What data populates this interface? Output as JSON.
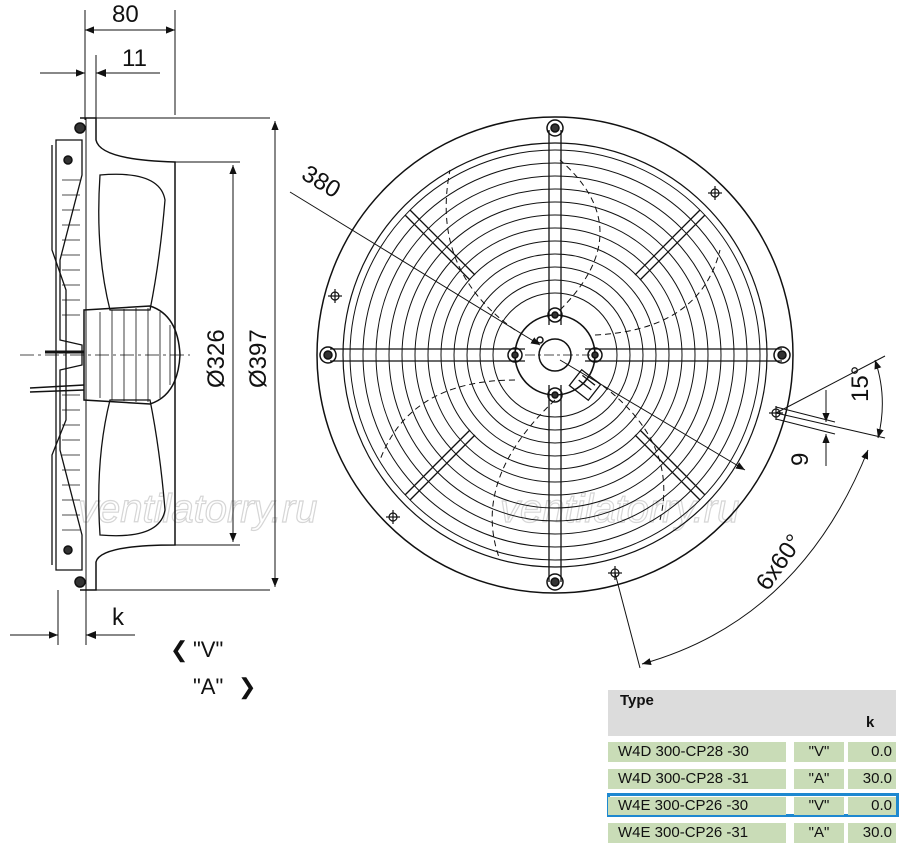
{
  "dimensions": {
    "overall_depth": "80",
    "flange": "11",
    "inner_diameter": "Ø326",
    "outer_diameter": "Ø397",
    "bolt_circle": "380",
    "k_label": "k",
    "hole_size": "9",
    "angle_offset": "15°",
    "angle_spacing": "6x60°"
  },
  "views": {
    "v_label": "\"V\"",
    "a_label": "\"A\"",
    "v_arrow": "❮",
    "a_arrow": "❯"
  },
  "watermark": {
    "left": "ventilatorry.ru",
    "right": "ventilatorry.ru"
  },
  "table": {
    "header_type": "Type",
    "header_k": "k",
    "rows": [
      {
        "type": "W4D 300-CP28  -30",
        "version": "\"V\"",
        "k": "0.0",
        "selected": false
      },
      {
        "type": "W4D 300-CP28  -31",
        "version": "\"A\"",
        "k": "30.0",
        "selected": false
      },
      {
        "type": "W4E 300-CP26  -30",
        "version": "\"V\"",
        "k": "0.0",
        "selected": true
      },
      {
        "type": "W4E 300-CP26  -31",
        "version": "\"A\"",
        "k": "30.0",
        "selected": false
      }
    ]
  },
  "colors": {
    "row_fill": "#c9dcb7",
    "header_fill": "#dcdcdc",
    "selection": "#1e88d0"
  }
}
